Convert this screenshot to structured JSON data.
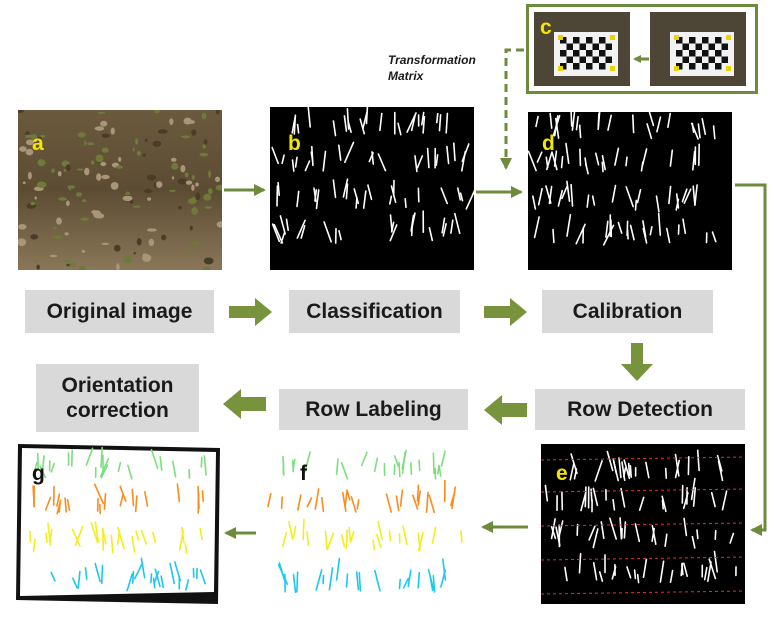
{
  "steps": {
    "original": "Original image",
    "classification": "Classification",
    "calibration": "Calibration",
    "row_detection": "Row Detection",
    "row_labeling": "Row Labeling",
    "orientation": "Orientation correction"
  },
  "panels": {
    "a": "a",
    "b": "b",
    "c": "c",
    "d": "d",
    "e": "e",
    "f": "f",
    "g": "g"
  },
  "transformation": {
    "line1": "Transformation",
    "line2": "Matrix"
  },
  "colors": {
    "arrow": "#6e8b3d",
    "step_box": "#d9d9d9",
    "label_yellow": "#f4e600",
    "row_green": "#7be07b",
    "row_orange": "#ff8a1a",
    "row_yellow": "#f2ee1a",
    "row_cyan": "#1ac8ee",
    "detected_line": "#e0302a"
  }
}
